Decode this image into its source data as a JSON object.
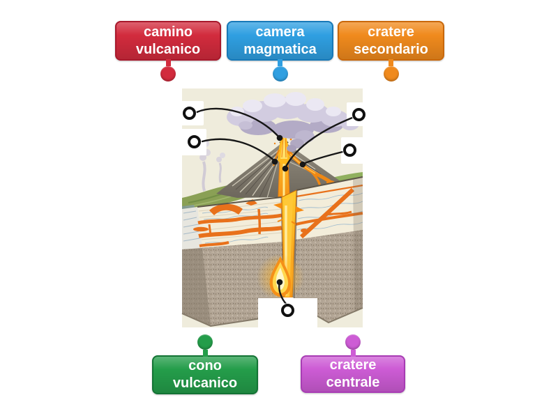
{
  "activity": {
    "kind": "labelled-diagram",
    "subject": "volcano cross-section"
  },
  "labels": [
    {
      "id": "camino-vulcanico",
      "text": "camino vulcanico",
      "line1": "camino",
      "line2": "vulcanico",
      "bg": "#d22b3d",
      "border": "#a8192c",
      "text_color": "#ffffff",
      "pin_side": "bottom"
    },
    {
      "id": "camera-magmatica",
      "text": "camera magmatica",
      "line1": "camera",
      "line2": "magmatica",
      "bg": "#2f9fe1",
      "border": "#1779b8",
      "text_color": "#ffffff",
      "pin_side": "bottom"
    },
    {
      "id": "cratere-secondario",
      "text": "cratere secondario",
      "line1": "cratere",
      "line2": "secondario",
      "bg": "#f08a1d",
      "border": "#c9680b",
      "text_color": "#ffffff",
      "pin_side": "bottom"
    },
    {
      "id": "cono-vulcanico",
      "text": "cono vulcanico",
      "line1": "cono",
      "line2": "vulcanico",
      "bg": "#249d4a",
      "border": "#137334",
      "text_color": "#ffffff",
      "pin_side": "top"
    },
    {
      "id": "cratere-centrale",
      "text": "cratere centrale",
      "line1": "cratere",
      "line2": "centrale",
      "bg": "#cd5cd5",
      "border": "#a83cb4",
      "text_color": "#ffffff",
      "pin_side": "top"
    }
  ],
  "hotspots": [
    {
      "id": "hotspot-1"
    },
    {
      "id": "hotspot-2"
    },
    {
      "id": "hotspot-3"
    },
    {
      "id": "hotspot-4"
    },
    {
      "id": "hotspot-5"
    }
  ],
  "palette": {
    "page_bg": "#ffffff",
    "diagram_bg": "#efecdc",
    "marker_ring": "#101010",
    "leader_line": "#161616",
    "lava_orange": "#ef8814",
    "intrusion_orange": "#e8711b",
    "magma_yellow": "#ffd84e",
    "ash_cloud_gray": "#d2cce0",
    "rock_granite": "#b2a595",
    "sediment_cream": "#f3edda",
    "grass_green": "#8aa055"
  }
}
